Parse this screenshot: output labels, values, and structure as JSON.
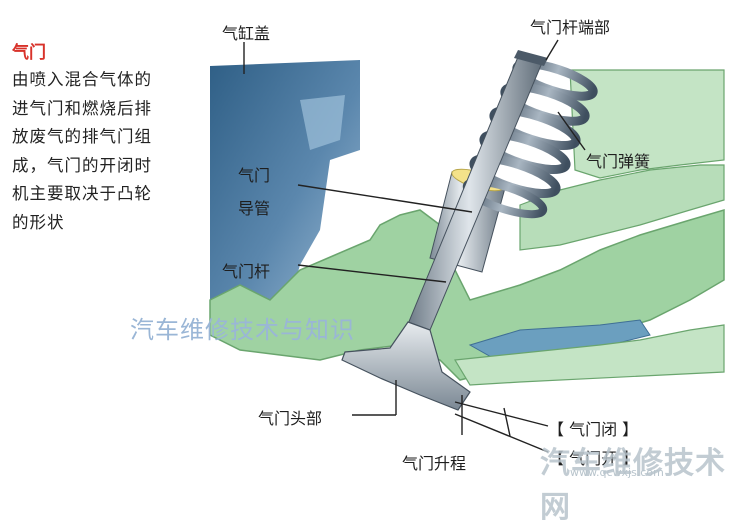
{
  "sidebar": {
    "title": "气门",
    "description": "由喷入混合气体的进气门和燃烧后排放废气的排气门组成，气门的开闭时机主要取决于凸轮的形状"
  },
  "labels": {
    "cylinder_head": "气缸盖",
    "stem_end": "气门杆端部",
    "valve_spring": "气门弹簧",
    "valve_guide_line1": "气门",
    "valve_guide_line2": "导管",
    "valve_stem": "气门杆",
    "valve_head": "气门头部",
    "valve_lift": "气门升程",
    "valve_closed": "【 气门闭 】",
    "valve_open": "【 气门开 】"
  },
  "watermarks": {
    "center": "汽车维修技术与知识",
    "brand": "汽车维修技术网",
    "url": "www.qcwxjs.com"
  },
  "colors": {
    "title_red": "#d8322a",
    "cylinder_head_blue": "#3f6f95",
    "gasket_green": "#9fd2a2",
    "spring_slate": "#5d6f80",
    "valve_steel": "#b8c2cb"
  }
}
